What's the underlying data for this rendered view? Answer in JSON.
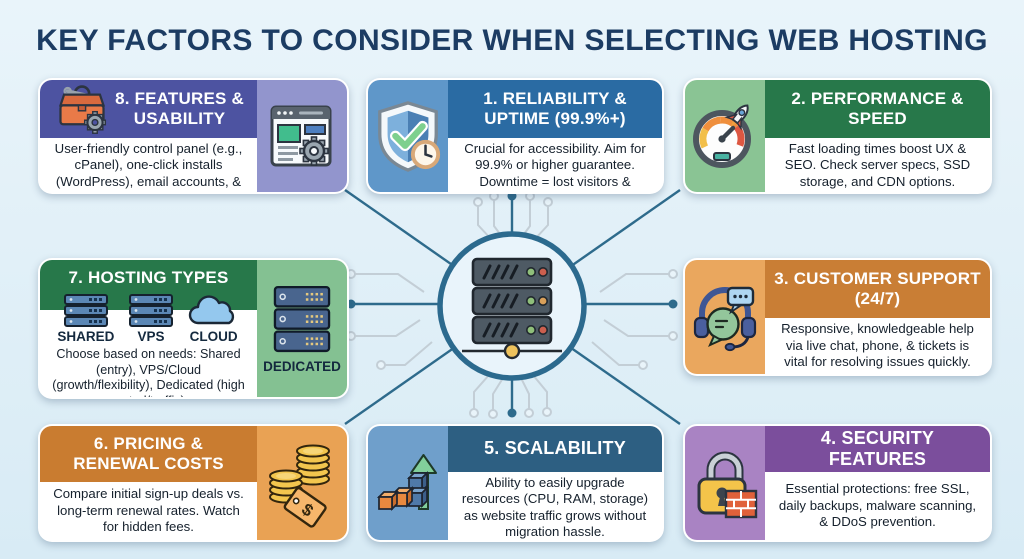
{
  "title": "KEY FACTORS TO CONSIDER WHEN SELECTING WEB HOSTING",
  "colors": {
    "background_top": "#e9f4fa",
    "background_bottom": "#d8ebf5",
    "title_text": "#1c3c63",
    "connector_line": "#2e6b8c",
    "circuit_trace": "#c3ced6",
    "reliability_header": "#2a6ba3",
    "performance_header": "#27784a",
    "support_header": "#c97e35",
    "security_header": "#7b4e9c",
    "scalability_header": "#2d5f82",
    "pricing_header": "#c97c30",
    "hosting_header": "#27784a",
    "features_header": "#4d53a1"
  },
  "cards": {
    "reliability": {
      "title": "1. RELIABILITY &\nUPTIME (99.9%+)",
      "body": "Crucial for accessibility. Aim for 99.9% or higher guarantee. Downtime = lost visitors & revenue.",
      "icon": "shield-check-clock-icon"
    },
    "performance": {
      "title": "2. PERFORMANCE &\nSPEED",
      "body": "Fast loading times boost UX & SEO. Check server specs, SSD storage, and CDN options.",
      "icon": "speedometer-rocket-icon"
    },
    "support": {
      "title": "3. CUSTOMER SUPPORT\n(24/7)",
      "body": "Responsive, knowledgeable help via live chat, phone, & tickets is vital for resolving issues quickly.",
      "icon": "headset-chat-icon"
    },
    "security": {
      "title": "4. SECURITY FEATURES",
      "body": "Essential protections: free SSL, daily backups, malware scanning, & DDoS prevention.",
      "icon": "lock-firewall-icon"
    },
    "scalability": {
      "title": "5. SCALABILITY",
      "body": "Ability to easily upgrade resources (CPU, RAM, storage) as website traffic grows without migration hassle.",
      "icon": "growth-cubes-arrow-icon"
    },
    "pricing": {
      "title": "6. PRICING &\nRENEWAL COSTS",
      "body": "Compare initial sign-up deals vs. long-term renewal rates. Watch for hidden fees.",
      "icon": "coins-price-tag-icon",
      "tag_symbol": "$"
    },
    "hosting": {
      "title": "7. HOSTING TYPES",
      "body": "Choose based on needs: Shared (entry), VPS/Cloud (growth/flexibility), Dedicated (high control/traffic).",
      "types": {
        "shared": "SHARED",
        "vps": "VPS",
        "cloud": "CLOUD",
        "dedicated": "DEDICATED"
      }
    },
    "features": {
      "title": "8. FEATURES &\nUSABILITY",
      "body": "User-friendly control panel (e.g., cPanel), one-click installs (WordPress), email accounts, & storage limits.",
      "icon": "toolbox-gear-icon"
    }
  },
  "center": {
    "icon": "server-stack-hub-icon"
  }
}
